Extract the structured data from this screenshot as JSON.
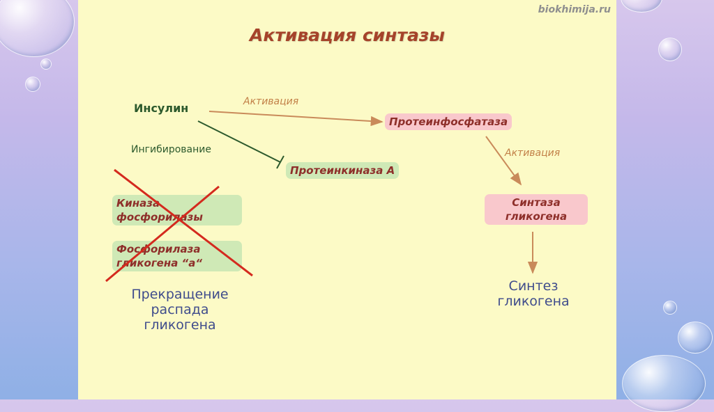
{
  "watermark": "biokhimija.ru",
  "title": "Активация синтазы",
  "nodes": {
    "insulin": "Инсулин",
    "protein_phosphatase": "Протеинфосфатаза",
    "protein_kinase_a": "Протеинкиназа А",
    "phosphorylase_kinase": [
      "Киназа",
      "фосфорилазы"
    ],
    "glycogen_phosphorylase_a": [
      "Фосфорилаза",
      "гликогена “а“"
    ],
    "glycogen_synthase": [
      "Синтаза",
      "гликогена"
    ]
  },
  "edge_labels": {
    "activation_1": "Активация",
    "activation_2": "Активация",
    "inhibition": "Ингибирование"
  },
  "outcomes": {
    "left": [
      "Прекращение",
      "распада",
      "гликогена"
    ],
    "right": [
      "Синтез",
      "гликогена"
    ]
  },
  "colors": {
    "activation_arrow": "#c98a5a",
    "inhibition_line": "#2d5a2d",
    "cross": "#d42a1e",
    "node_text": "#8e2f2a",
    "outcome_text": "#3f4c8c"
  }
}
